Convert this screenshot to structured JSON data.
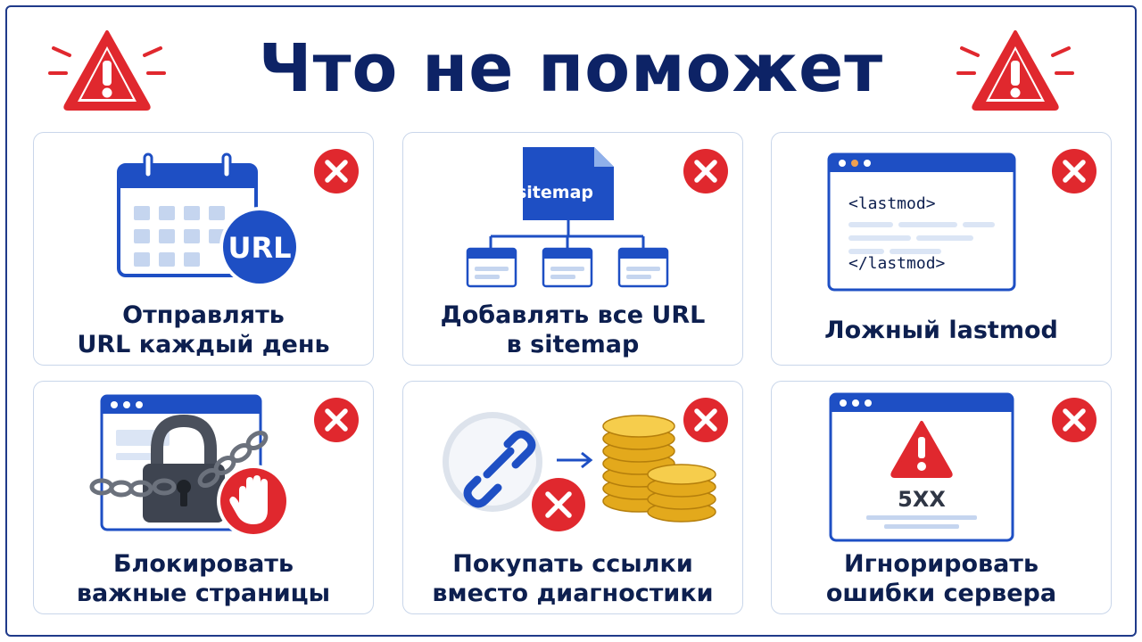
{
  "title": "Что не поможет",
  "colors": {
    "accent_blue": "#1e4fc4",
    "navy": "#0d2366",
    "red": "#e0282e",
    "light_blue": "#c9d6ea",
    "gold": "#e3a91c"
  },
  "header_icons": [
    "warning-icon",
    "warning-icon"
  ],
  "cards": [
    {
      "icon": "calendar-icon",
      "badge_text": "URL",
      "label_line1": "Отправлять",
      "label_line2": "URL каждый день",
      "status_icon": "x-icon"
    },
    {
      "icon": "sitemap-icon",
      "badge_text": "sitemap",
      "label_line1": "Добавлять все URL",
      "label_line2": "в sitemap",
      "status_icon": "x-icon"
    },
    {
      "icon": "code-window-icon",
      "code_open": "<lastmod>",
      "code_close": "</lastmod>",
      "label_line1": "Ложный lastmod",
      "label_line2": "",
      "status_icon": "x-icon"
    },
    {
      "icon": "padlock-chain-icon",
      "label_line1": "Блокировать",
      "label_line2": "важные страницы",
      "status_icon": "x-icon"
    },
    {
      "icon": "link-coins-icon",
      "label_line1": "Покупать ссылки",
      "label_line2": "вместо диагностики",
      "status_icon": "x-icon"
    },
    {
      "icon": "server-error-window-icon",
      "error_code": "5XX",
      "label_line1": "Игнорировать",
      "label_line2": "ошибки сервера",
      "status_icon": "x-icon"
    }
  ]
}
